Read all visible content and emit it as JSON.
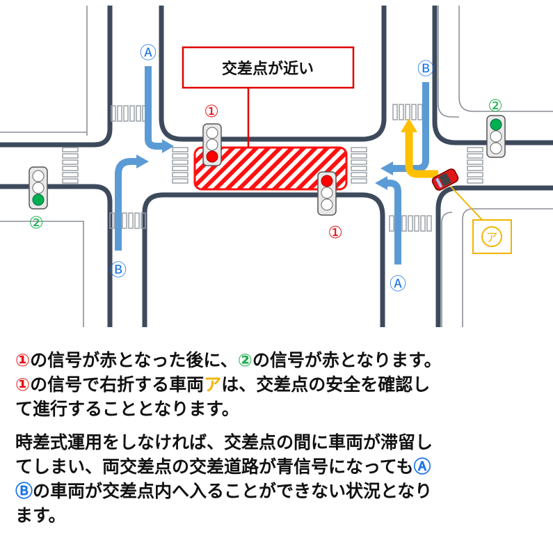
{
  "callout": {
    "text": "交差点が近い"
  },
  "markers": {
    "one": "①",
    "two": "②",
    "a": "Ⓐ",
    "b": "Ⓑ",
    "ア": "ア"
  },
  "caption1": {
    "line1": [
      "①",
      "の信号が赤となった後に、",
      "②",
      "の信号が赤となります。"
    ],
    "line2": [
      "①",
      "の信号で右折する車両",
      "ア",
      "は、交差点の安全を確認し"
    ],
    "line3": "て進行することとなります。"
  },
  "caption2": {
    "line1": "時差式運用をしなければ、交差点の間に車両が滞留し",
    "line2": [
      "てしまい、両交差点の交差道路が青信号になっても",
      "Ⓐ"
    ],
    "line3": [
      "Ⓑ",
      "の車両が交差点内へ入ることができない状況となり"
    ],
    "line4": "ます。"
  },
  "colors": {
    "road_edge": "#3d4a5c",
    "arrow_blue": "#5b9bd5",
    "arrow_orange": "#ffc000",
    "signal_red": "#ff0000",
    "signal_green": "#00b050",
    "marker_red": "#e8141b",
    "marker_green": "#1fae4f",
    "marker_blue": "#1a73e8"
  }
}
